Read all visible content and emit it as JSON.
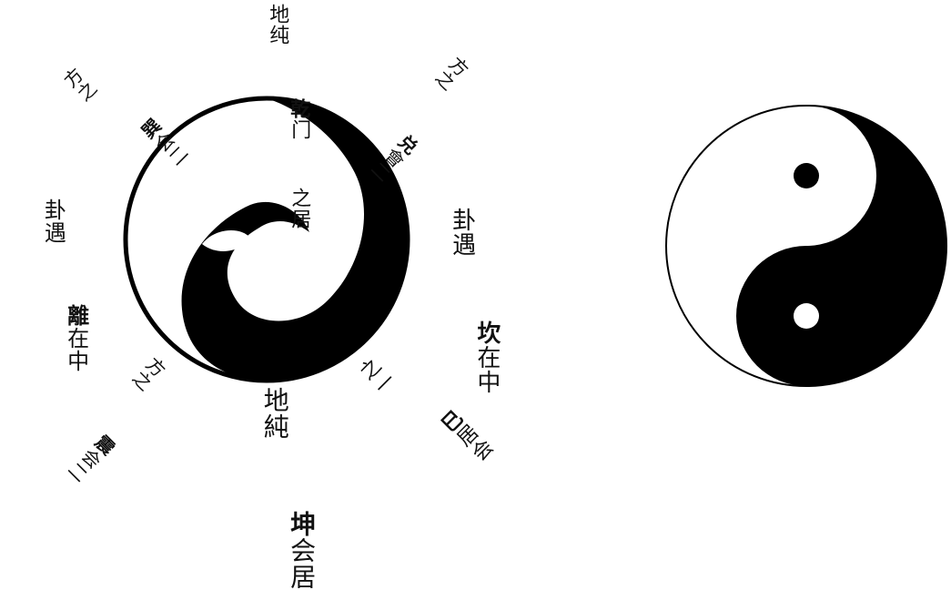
{
  "figure": {
    "left_diagram": {
      "description_key": "traditional-taiji-with-trigram-annotations",
      "labels": {
        "south": {
          "trigram": "乾",
          "note": "门  之居\n地纯"
        },
        "southwest": {
          "trigram": "巽",
          "note": "会二\n方之"
        },
        "west": {
          "trigram": "離",
          "note": "在中\n卦遇"
        },
        "northwest": {
          "trigram": "震",
          "note": "会二\n方之"
        },
        "north": {
          "trigram": "坤",
          "note": "会居\n地純"
        },
        "northeast": {
          "trigram": "巳",
          "note": "居会\n之一"
        },
        "east": {
          "trigram": "坎",
          "note": "在中\n卦遇"
        },
        "southeast": {
          "trigram": "兑",
          "note": "會二\n方之"
        }
      }
    },
    "right_diagram": {
      "description_key": "modern-taiji-symbol"
    }
  }
}
